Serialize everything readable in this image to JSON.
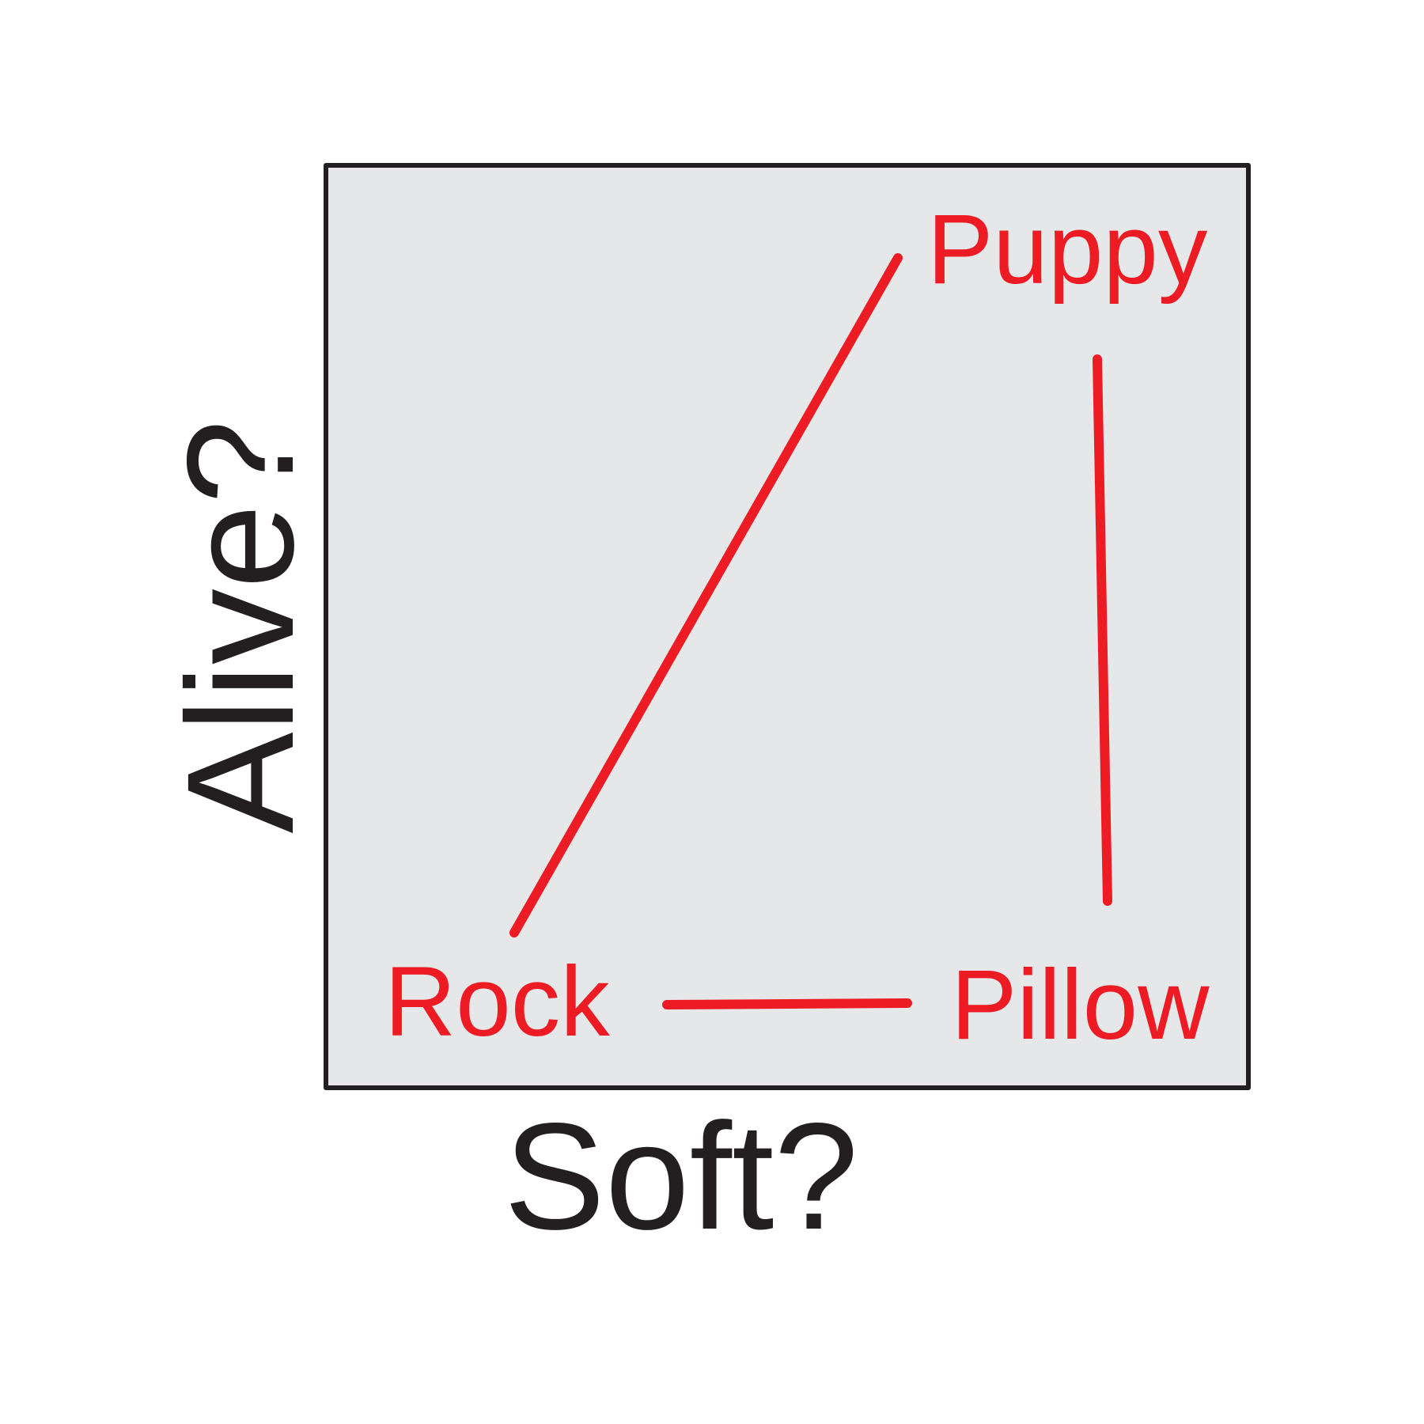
{
  "axes": {
    "x_label": "Soft?",
    "y_label": "Alive?"
  },
  "nodes": {
    "rock": "Rock",
    "pillow": "Pillow",
    "puppy": "Puppy"
  },
  "colors": {
    "panel_fill": "#e6e7e8",
    "panel_border": "#231f20",
    "node_red": "#ed1c24",
    "axis_text": "#231f20"
  }
}
